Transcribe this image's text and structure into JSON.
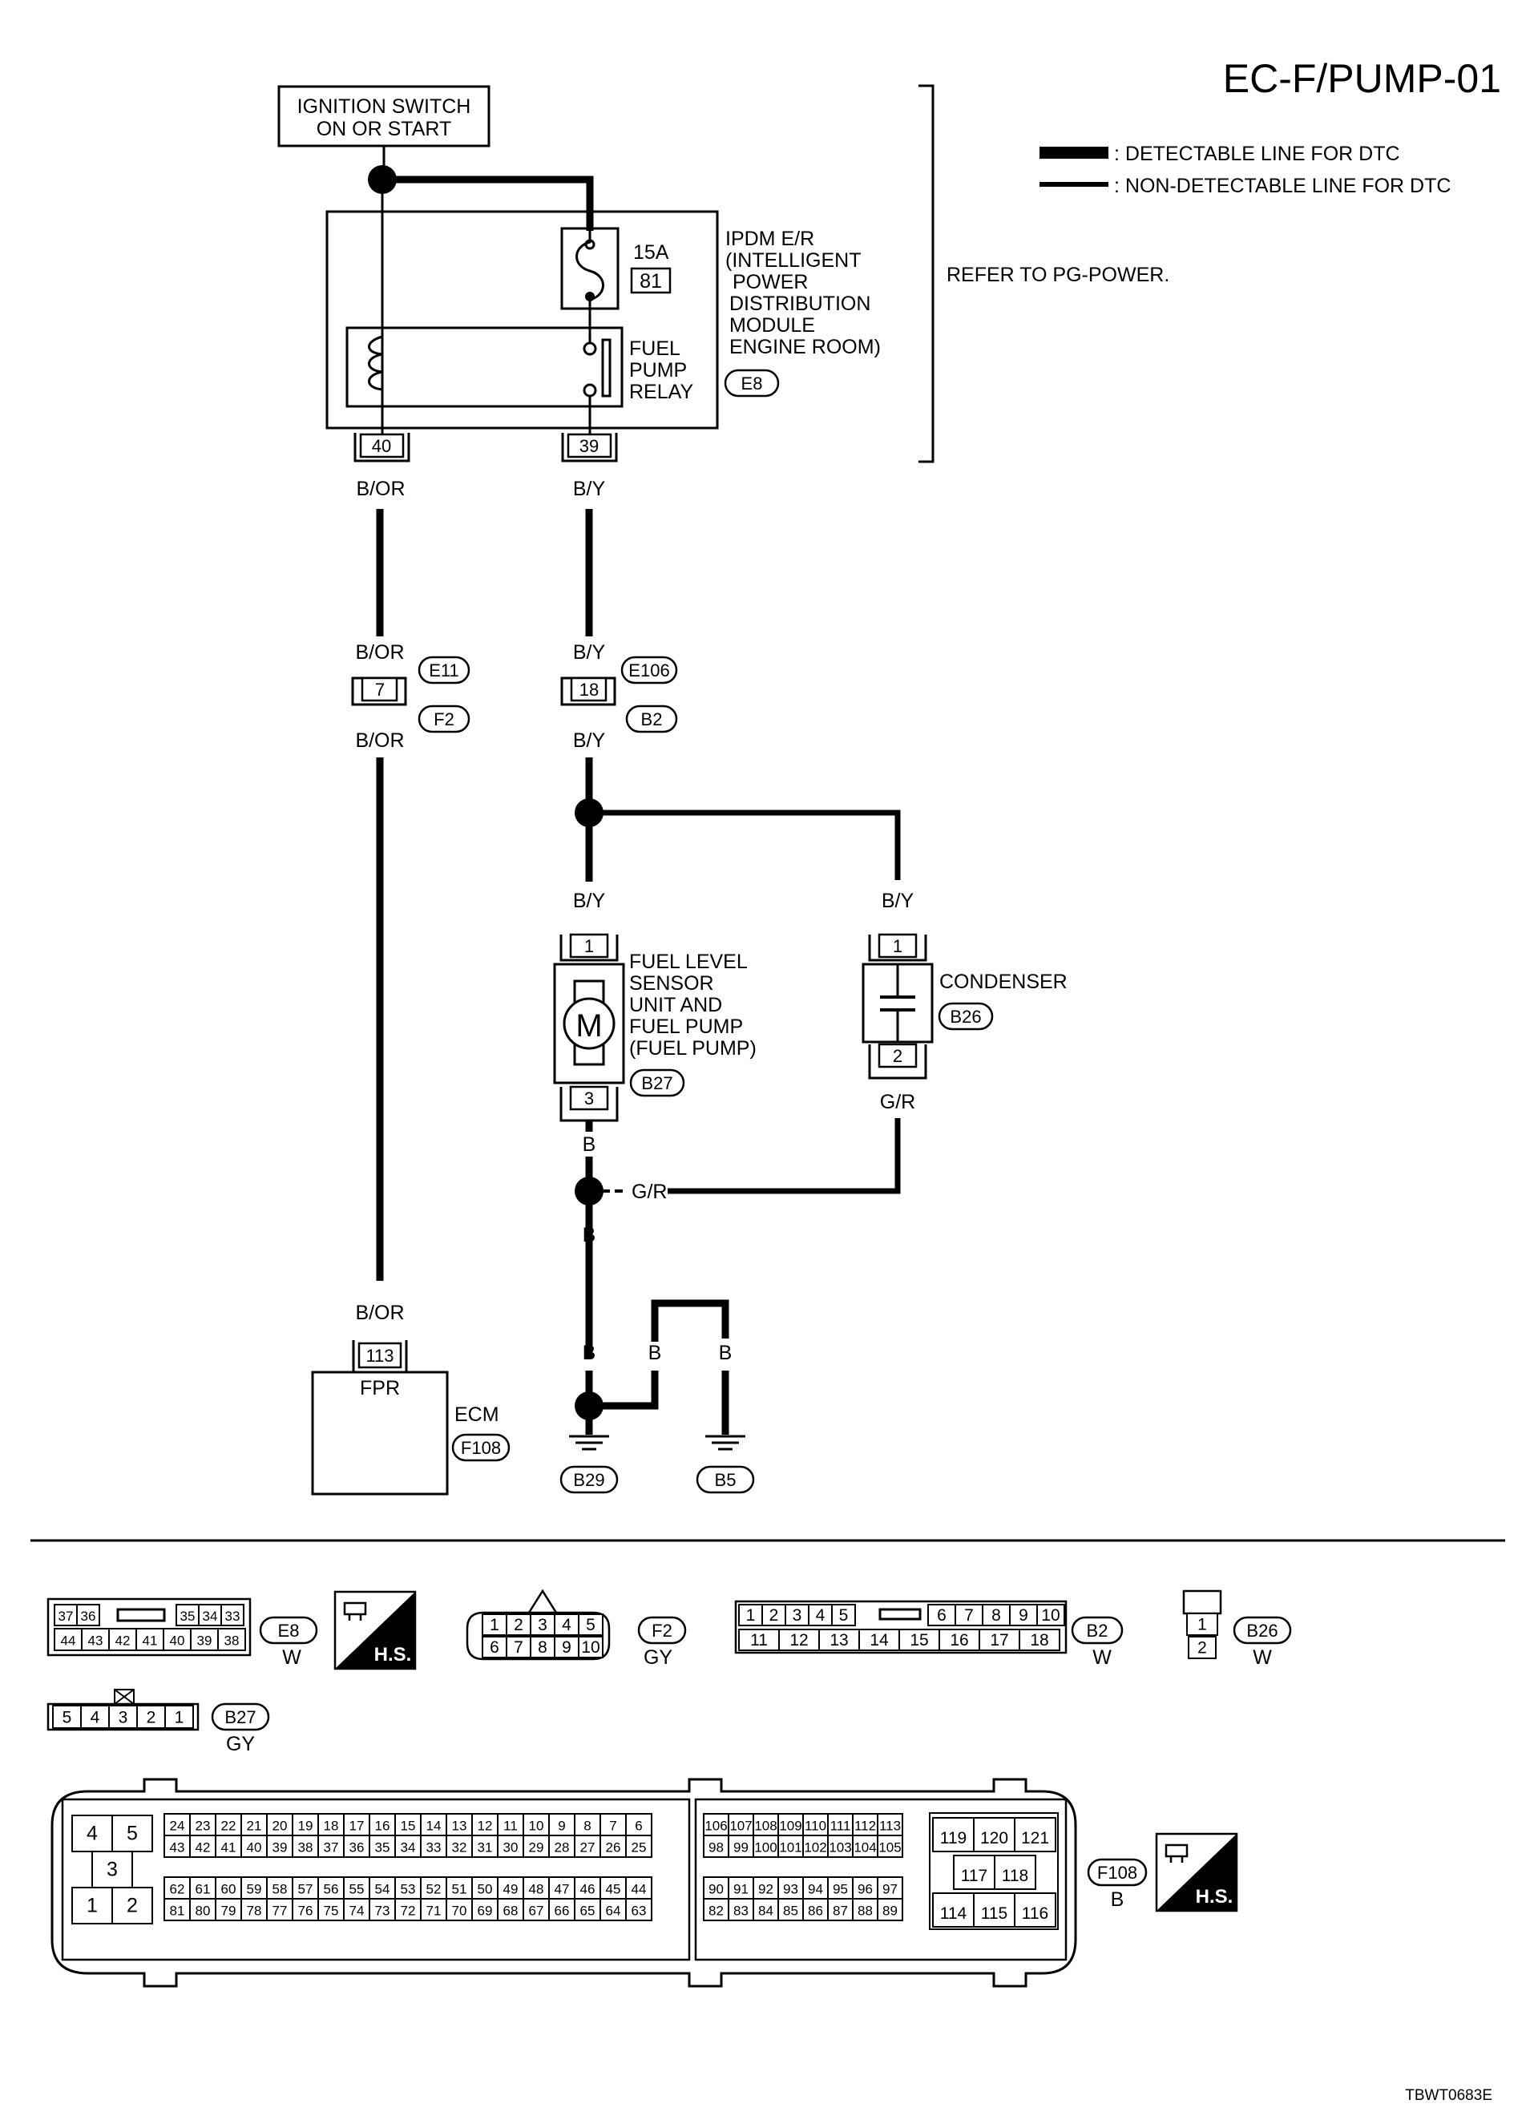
{
  "diagram_id": "EC-F/PUMP-01",
  "legend": {
    "detectable": ": DETECTABLE LINE FOR DTC",
    "non_detectable": ": NON-DETECTABLE LINE FOR DTC"
  },
  "ignition_switch": {
    "line1": "IGNITION SWITCH",
    "line2": "ON OR START"
  },
  "ipdm": {
    "fuse_amp": "15A",
    "fuse_no": "81",
    "name_lines": [
      "IPDM E/R",
      "(INTELLIGENT",
      "POWER",
      "DISTRIBUTION",
      "MODULE",
      "ENGINE ROOM)"
    ],
    "relay_lines": [
      "FUEL",
      "PUMP",
      "RELAY"
    ],
    "connector": "E8",
    "pin_left": "40",
    "pin_right": "39",
    "refer": "REFER TO PG-POWER."
  },
  "wires": {
    "b_or": "B/OR",
    "b_y": "B/Y",
    "g_r": "G/R",
    "b": "B"
  },
  "joint_connectors": {
    "left_pin": "7",
    "left_top": "E11",
    "left_bottom": "F2",
    "right_pin": "18",
    "right_top": "E106",
    "right_bottom": "B2"
  },
  "fuel_pump": {
    "pin_top": "1",
    "pin_bottom": "3",
    "motor": "M",
    "name_lines": [
      "FUEL LEVEL",
      "SENSOR",
      "UNIT AND",
      "FUEL PUMP",
      "(FUEL PUMP)"
    ],
    "connector": "B27"
  },
  "condenser": {
    "pin_top": "1",
    "pin_bottom": "2",
    "name": "CONDENSER",
    "connector": "B26"
  },
  "ecm": {
    "pin": "113",
    "terminal": "FPR",
    "name": "ECM",
    "connector": "F108"
  },
  "grounds": [
    "B29",
    "B5"
  ],
  "connector_views": {
    "e8": {
      "top": [
        "37",
        "36",
        "35",
        "34",
        "33"
      ],
      "bottom": [
        "44",
        "43",
        "42",
        "41",
        "40",
        "39",
        "38"
      ],
      "id": "E8",
      "color": "W",
      "hs": "H.S."
    },
    "f2": {
      "top": [
        "1",
        "2",
        "3",
        "4",
        "5"
      ],
      "bottom": [
        "6",
        "7",
        "8",
        "9",
        "10"
      ],
      "id": "F2",
      "color": "GY"
    },
    "b2": {
      "top_a": [
        "1",
        "2",
        "3",
        "4",
        "5"
      ],
      "top_b": [
        "6",
        "7",
        "8",
        "9",
        "10"
      ],
      "bottom": [
        "11",
        "12",
        "13",
        "14",
        "15",
        "16",
        "17",
        "18"
      ],
      "id": "B2",
      "color": "W"
    },
    "b26": {
      "top": "1",
      "bottom": "2",
      "id": "B26",
      "color": "W"
    },
    "b27": {
      "pins": [
        "5",
        "4",
        "3",
        "2",
        "1"
      ],
      "id": "B27",
      "color": "GY"
    },
    "f108": {
      "left_block": [
        "4",
        "5",
        "3",
        "1",
        "2"
      ],
      "row1": [
        "24",
        "23",
        "22",
        "21",
        "20",
        "19",
        "18",
        "17",
        "16",
        "15",
        "14",
        "13",
        "12",
        "11",
        "10",
        "9",
        "8",
        "7",
        "6"
      ],
      "row2": [
        "43",
        "42",
        "41",
        "40",
        "39",
        "38",
        "37",
        "36",
        "35",
        "34",
        "33",
        "32",
        "31",
        "30",
        "29",
        "28",
        "27",
        "26",
        "25"
      ],
      "row3": [
        "62",
        "61",
        "60",
        "59",
        "58",
        "57",
        "56",
        "55",
        "54",
        "53",
        "52",
        "51",
        "50",
        "49",
        "48",
        "47",
        "46",
        "45",
        "44"
      ],
      "row4": [
        "81",
        "80",
        "79",
        "78",
        "77",
        "76",
        "75",
        "74",
        "73",
        "72",
        "71",
        "70",
        "69",
        "68",
        "67",
        "66",
        "65",
        "64",
        "63"
      ],
      "mid1": [
        "106",
        "107",
        "108",
        "109",
        "110",
        "111",
        "112",
        "113"
      ],
      "mid2": [
        "98",
        "99",
        "100",
        "101",
        "102",
        "103",
        "104",
        "105"
      ],
      "mid3": [
        "90",
        "91",
        "92",
        "93",
        "94",
        "95",
        "96",
        "97"
      ],
      "mid4": [
        "82",
        "83",
        "84",
        "85",
        "86",
        "87",
        "88",
        "89"
      ],
      "right1": [
        "119",
        "120",
        "121"
      ],
      "right2": [
        "117",
        "118"
      ],
      "right3": [
        "114",
        "115",
        "116"
      ],
      "id": "F108",
      "color": "B",
      "hs": "H.S."
    }
  },
  "footer_code": "TBWT0683E"
}
